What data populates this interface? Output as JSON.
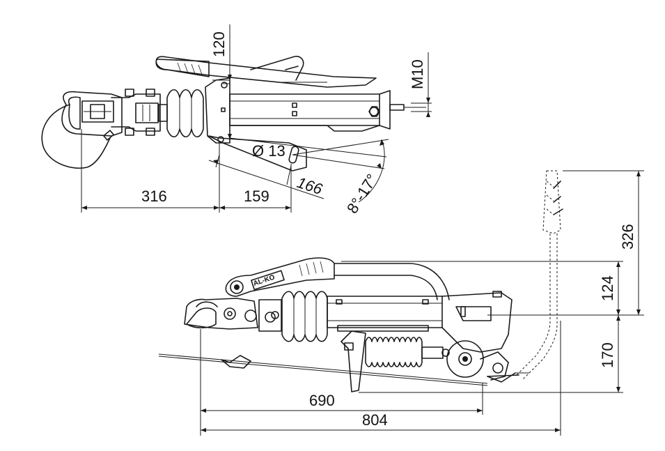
{
  "drawing": {
    "top_view": {
      "dimensions": {
        "height_top": "120",
        "bolt": "M10",
        "hole_diameter": "Ø 13",
        "dist_ball_to_hole": "316",
        "dist_hole_to_slot": "159",
        "slot_length": "166",
        "angle_range": "8°-17°"
      }
    },
    "side_view": {
      "logo_text": "AL-KO",
      "dimensions": {
        "handle_height": "326",
        "lever_height": "124",
        "below_axis": "170",
        "length_short": "690",
        "length_total": "804"
      }
    }
  }
}
